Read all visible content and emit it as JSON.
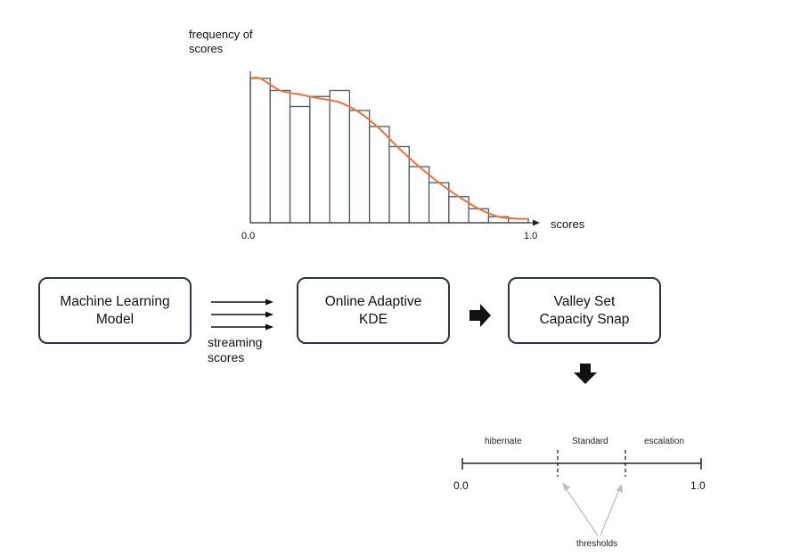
{
  "histogram": {
    "ylabel": "frequency of\nscores",
    "xlabel": "scores",
    "x_start_tick": "0.0",
    "x_end_tick": "1.0"
  },
  "chart_data": {
    "type": "bar",
    "xlim": [
      0.0,
      1.0
    ],
    "bins": 14,
    "values": [
      72,
      66,
      58,
      63,
      66,
      56,
      48,
      38,
      28,
      20,
      13,
      7,
      3,
      2
    ],
    "kde_curve": [
      72,
      66,
      64,
      62,
      60,
      55,
      47,
      37,
      28,
      20,
      13,
      7,
      3,
      2
    ],
    "curve_color": "#e8743b",
    "bar_color": "#4a5a66",
    "ylabel": "frequency of scores",
    "xlabel": "scores"
  },
  "pipeline": {
    "model_label": "Machine Learning\nModel",
    "stream_label": "streaming\nscores",
    "kde_label": "Online Adaptive\nKDE",
    "snap_label": "Valley Set\nCapacity Snap"
  },
  "thresholds_axis": {
    "zone_low": "hibernate",
    "zone_mid": "Standard",
    "zone_high": "escalation",
    "start_tick": "0.0",
    "end_tick": "1.0",
    "thresholds_label": "thresholds"
  },
  "colors": {
    "box_border": "#2b3543",
    "arrow": "#111111",
    "pointer_arrows": "#bdbdbd"
  }
}
